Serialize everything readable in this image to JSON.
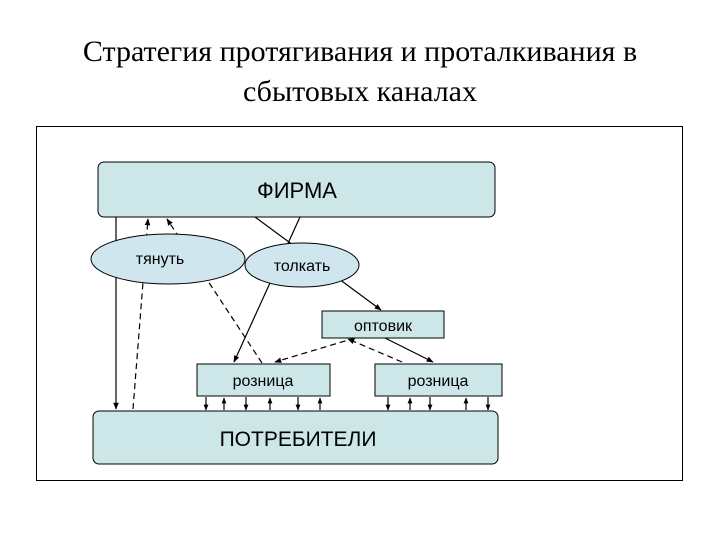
{
  "title": {
    "line1": "Стратегия протягивания и проталкивания в",
    "line2": "сбытовых каналах"
  },
  "diagram": {
    "firm": "ФИРМА",
    "pull": "тянуть",
    "push": "толкать",
    "wholesaler": "оптовик",
    "retail_left": "розница",
    "retail_right": "розница",
    "consumers": "ПОТРЕБИТЕЛИ"
  },
  "colors": {
    "box_fill": "#cde7e9",
    "ellipse_fill": "#cfe6ee",
    "stroke": "#000000"
  }
}
